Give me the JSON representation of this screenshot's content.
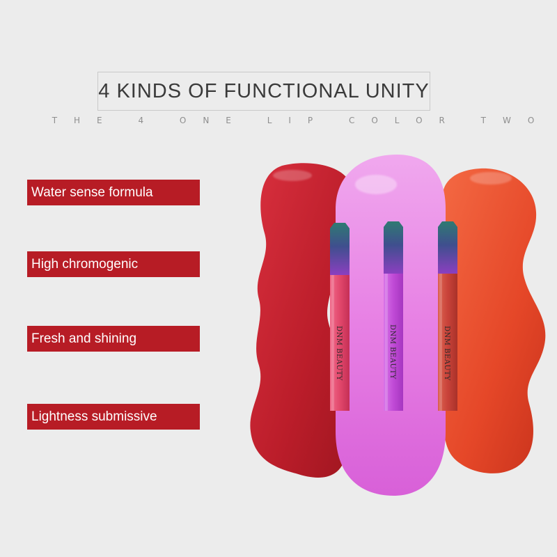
{
  "header": {
    "title": "4 KINDS OF FUNCTIONAL UNITY",
    "subtitle": "THE 4 ONE LIP COLOR TWO"
  },
  "features": [
    {
      "label": "Water sense formula"
    },
    {
      "label": "High chromogenic"
    },
    {
      "label": "Fresh and shining"
    },
    {
      "label": "Lightness submissive"
    }
  ],
  "product": {
    "brand": "DNM BEAUTY",
    "tubes": [
      {
        "shade": "red",
        "swatch_color": "#c0222f",
        "tube_color": "#e3406a"
      },
      {
        "shade": "violet",
        "swatch_color": "#e77ee3",
        "tube_color": "#c24bd8"
      },
      {
        "shade": "coral",
        "swatch_color": "#e84a2c",
        "tube_color": "#cc4538"
      }
    ]
  },
  "colors": {
    "background": "#ececec",
    "feature_bar": "#b71c25",
    "title_text": "#3a3a3a",
    "subtitle_text": "#8e8e8e"
  }
}
